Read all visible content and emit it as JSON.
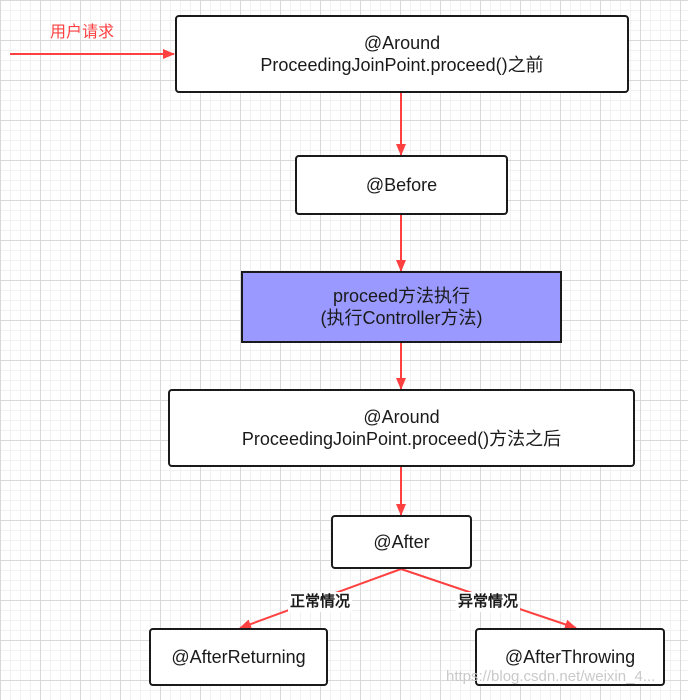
{
  "request_label": "用户请求",
  "nodes": {
    "around_before": {
      "line1": "@Around",
      "line2": "ProceedingJoinPoint.proceed()之前"
    },
    "before": {
      "line1": "@Before"
    },
    "proceed": {
      "line1": "proceed方法执行",
      "line2": "(执行Controller方法)"
    },
    "around_after": {
      "line1": "@Around",
      "line2": "ProceedingJoinPoint.proceed()方法之后"
    },
    "after": {
      "line1": "@After"
    },
    "after_returning": {
      "line1": "@AfterReturning"
    },
    "after_throwing": {
      "line1": "@AfterThrowing"
    }
  },
  "edge_labels": {
    "normal": "正常情况",
    "exception": "异常情况"
  },
  "watermark": "https://blog.csdn.net/weixin_4...",
  "colors": {
    "arrow": "#ff4040",
    "highlight_fill": "#9999ff",
    "border": "#1a1a1a"
  }
}
